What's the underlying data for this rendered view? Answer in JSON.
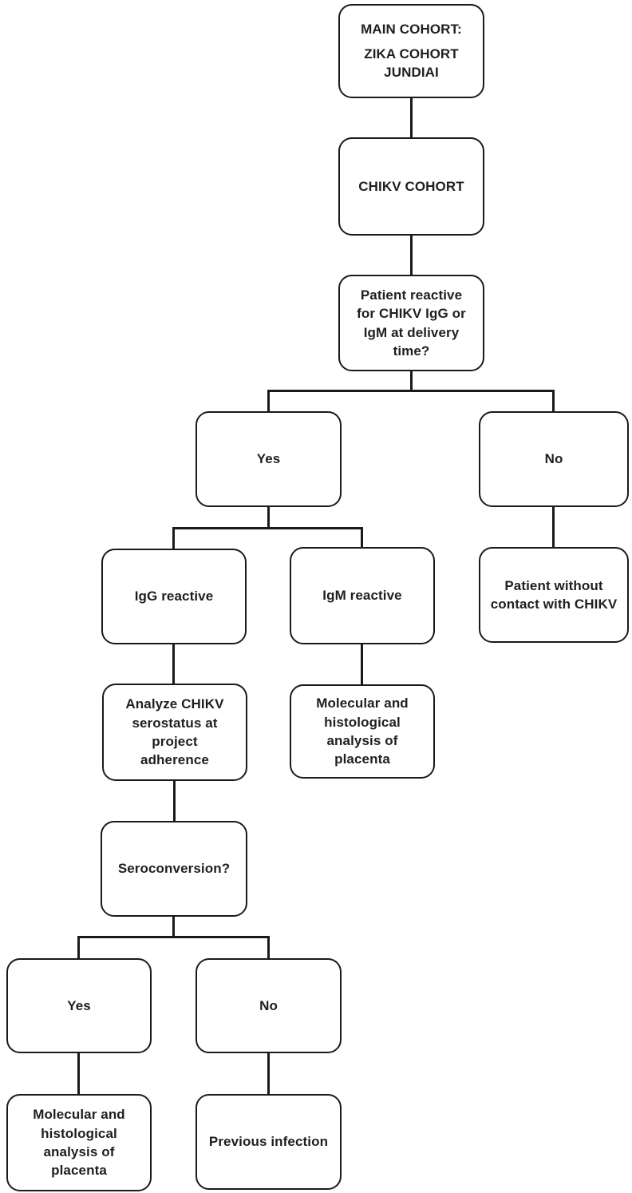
{
  "diagram": {
    "type": "flowchart",
    "background_color": "#ffffff",
    "line_color": "#1a1a1a",
    "box_fill": "#ffffff",
    "nodes": {
      "main_cohort": {
        "line1": "MAIN COHORT:",
        "line2": "ZIKA COHORT JUNDIAI"
      },
      "chikv_cohort": {
        "label": "CHIKV COHORT"
      },
      "patient_reactive_question": {
        "label": "Patient reactive for CHIKV IgG or IgM at delivery time?"
      },
      "delivery_yes": {
        "label": "Yes"
      },
      "delivery_no": {
        "label": "No"
      },
      "igg_reactive": {
        "label": "IgG reactive"
      },
      "igm_reactive": {
        "label": "IgM reactive"
      },
      "patient_without_contact": {
        "label": "Patient without contact with CHIKV"
      },
      "analyze_serostatus": {
        "label": "Analyze CHIKV serostatus at project adherence"
      },
      "molecular_analysis_igm": {
        "label": "Molecular and histological analysis of placenta"
      },
      "seroconversion_question": {
        "label": "Seroconversion?"
      },
      "seroconversion_yes": {
        "label": "Yes"
      },
      "seroconversion_no": {
        "label": "No"
      },
      "molecular_analysis_seroconversion": {
        "label": "Molecular and histological analysis of placenta"
      },
      "previous_infection": {
        "label": "Previous infection"
      }
    },
    "edges": [
      {
        "from": "main_cohort",
        "to": "chikv_cohort"
      },
      {
        "from": "chikv_cohort",
        "to": "patient_reactive_question"
      },
      {
        "from": "patient_reactive_question",
        "to": "delivery_yes"
      },
      {
        "from": "patient_reactive_question",
        "to": "delivery_no"
      },
      {
        "from": "delivery_no",
        "to": "patient_without_contact"
      },
      {
        "from": "delivery_yes",
        "to": "igg_reactive"
      },
      {
        "from": "delivery_yes",
        "to": "igm_reactive"
      },
      {
        "from": "igg_reactive",
        "to": "analyze_serostatus"
      },
      {
        "from": "igm_reactive",
        "to": "molecular_analysis_igm"
      },
      {
        "from": "analyze_serostatus",
        "to": "seroconversion_question"
      },
      {
        "from": "seroconversion_question",
        "to": "seroconversion_yes"
      },
      {
        "from": "seroconversion_question",
        "to": "seroconversion_no"
      },
      {
        "from": "seroconversion_yes",
        "to": "molecular_analysis_seroconversion"
      },
      {
        "from": "seroconversion_no",
        "to": "previous_infection"
      }
    ]
  }
}
